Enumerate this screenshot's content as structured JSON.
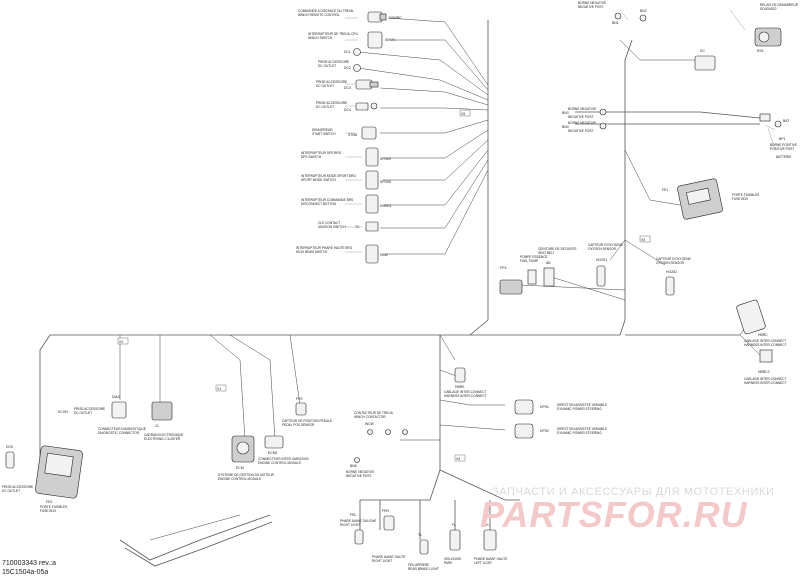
{
  "components": [
    {
      "code": "G0WRC",
      "fr": "COMMANDE A DISTANCE DU TREUIL",
      "en": "WINCH REMOTE CONTROL"
    },
    {
      "code": "S0WN",
      "fr": "INTERRUPTEUR DE TREUIL CPU",
      "en": "WINCH SWITCH"
    },
    {
      "code": "DC1",
      "fr": "",
      "en": ""
    },
    {
      "code": "DC2",
      "fr": "PRISE ACCESSOIRE",
      "en": "DC OUTLET"
    },
    {
      "code": "DC3",
      "fr": "PRISE ACCESSOIRE",
      "en": "DC OUTLET"
    },
    {
      "code": "DC4",
      "fr": "PRISE ACCESSOIRE",
      "en": "DC OUTLET"
    },
    {
      "code": "ST0M",
      "fr": "DEMARREUR",
      "en": "START SWITCH"
    },
    {
      "code": "SPO04",
      "fr": "INTERRUPTEUR DPS BRG",
      "en": "DPS SWITCH"
    },
    {
      "code": "SPO06",
      "fr": "INTERRUPTEUR MODE SPORT BRG",
      "en": "SPORT MODE SWITCH"
    },
    {
      "code": "DGR01",
      "fr": "INTERRUPTEUR COMMANDE BRS",
      "en": "DISCONNECT BUTTON"
    },
    {
      "code": "TC",
      "fr": "CLE CONTACT",
      "en": "IGNITION SWITCH"
    },
    {
      "code": "HBM",
      "fr": "INTERRUPTEUR PHARE HAUTE BRG",
      "en": "HIGH BEAM SWITCH"
    },
    {
      "code": "BN1",
      "fr": "BORNE NEGATIVE",
      "en": "NEGATIVE POST"
    },
    {
      "code": "BN2",
      "fr": "",
      "en": ""
    },
    {
      "code": "BN3",
      "fr": "BORNE NEGATIVE",
      "en": "NEGATIVE POST"
    },
    {
      "code": "BN4",
      "fr": "BORNE NEGATIVE",
      "en": "NEGATIVE POST"
    },
    {
      "code": "RS1",
      "fr": "RELAIS DE DEMARREUR",
      "en": "SOLENOID"
    },
    {
      "code": "BP1",
      "fr": "BORNE POSITIVE",
      "en": "POSITIVE POST"
    },
    {
      "code": "DC",
      "fr": "",
      "en": ""
    },
    {
      "code": "BAT",
      "fr": "BATTERIE",
      "en": ""
    },
    {
      "code": "FE1",
      "fr": "PORTE FUSIBLES",
      "en": "FUSE BOX"
    },
    {
      "code": "FPX",
      "fr": "POMPE ESSENCE",
      "en": "FUEL PUMP"
    },
    {
      "code": "AB",
      "fr": "CEINTURE DE SECURITE",
      "en": "SEAT BELT"
    },
    {
      "code": "HO2S1",
      "fr": "CAPTEUR D'OXYGENE",
      "en": "OXYGEN SENSOR"
    },
    {
      "code": "HO2S2",
      "fr": "CAPTEUR D'OXYGENE",
      "en": "OXYGEN SENSOR"
    },
    {
      "code": "HBRC",
      "fr": "CABLAGE INTER-CONNECT",
      "en": "HARNESS INTER-CONNECT"
    },
    {
      "code": "HBRC2",
      "fr": "CABLAGE INTER-CONNECT",
      "en": "HARNESS INTER-CONNECT"
    },
    {
      "code": "HBRS",
      "fr": "CABLAGE INTER-CONNECT",
      "en": "HARNESS INTER-CONNECT"
    },
    {
      "code": "DPS1",
      "fr": "DIRECTION ASSISTEE VARIABLE",
      "en": "DYNAMIC POWER STEERING"
    },
    {
      "code": "DPS2",
      "fr": "DIRECTION ASSISTEE VARIABLE",
      "en": "DYNAMIC POWER STEERING"
    },
    {
      "code": "DIAG",
      "fr": "CONNECTEUR DIAGNOSTIQUE",
      "en": "DIAGNOSTIC CONNECTOR"
    },
    {
      "code": "CL",
      "fr": "CADRAN ELECTRONIQUE",
      "en": "ELECTRONIC CLUSTER"
    },
    {
      "code": "FPS",
      "fr": "CAPTEUR DE POSITION PEDALE",
      "en": "PEDAL POS SENSOR"
    },
    {
      "code": "ECM",
      "fr": "SYSTEME DE GESTION DU MOTEUR",
      "en": "ENGINE CONTROL MODULE"
    },
    {
      "code": "ECM2",
      "fr": "CONNECTEUR INTER-VARIATION",
      "en": "ENGINE CONTROL MODULE"
    },
    {
      "code": "WCM",
      "fr": "CONTACTEUR DE TREUIL",
      "en": "WINCH CONTACTOR"
    },
    {
      "code": "BN5",
      "fr": "BORNE NEGATIVE",
      "en": "NEGATIVE POST"
    },
    {
      "code": "FRL",
      "fr": "PHARE AVANT GAUCHE",
      "en": "RIGHT LIGHT"
    },
    {
      "code": "FRH",
      "fr": "PHARE AVANT HAUTE",
      "en": "RIGHT LIGHT"
    },
    {
      "code": "TL",
      "fr": "FEU ARRIERE",
      "en": "REAR BRAKE LIGHT"
    },
    {
      "code": "FL",
      "fr": "VEILLEUSE",
      "en": "PARK"
    },
    {
      "code": "FLH",
      "fr": "PHARE AVANT HAUTE",
      "en": "LEFT LIGHT"
    },
    {
      "code": "DC5",
      "fr": "PRISE ACCESSOIRE",
      "en": "DC OUTLET"
    },
    {
      "code": "FE2",
      "fr": "PORTE FUSIBLES",
      "en": "FUSE BOX"
    },
    {
      "code": "KCON",
      "fr": "PRISE ACCESSOIRE",
      "en": "DC OUTLET"
    }
  ],
  "harness_codes": [
    "X2",
    "X3",
    "X1",
    "X4",
    "X5"
  ],
  "footer": {
    "line1": "710003343 rev.:a",
    "line2": "15C1504a-05a"
  },
  "watermark": {
    "text_small": "ЗАПЧАСТИ И АКСЕССУАРЫ ДЛЯ МОТОТЕХНИКИ",
    "text_big": "PARTSFOR.RU"
  }
}
